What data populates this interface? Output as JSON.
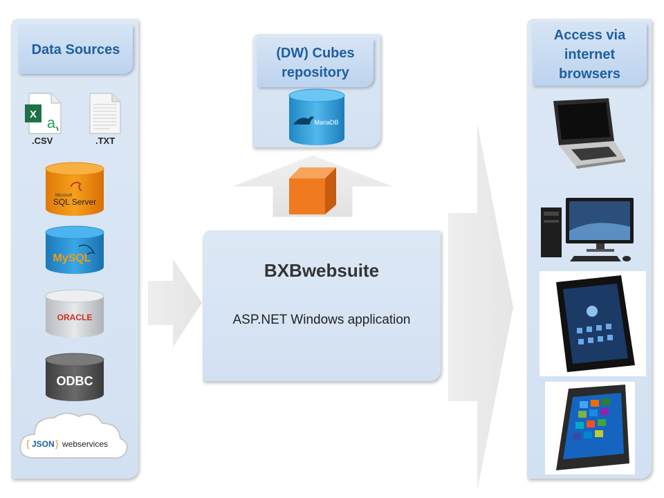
{
  "sources": {
    "title": "Data Sources",
    "csv_label": ".CSV",
    "txt_label": ".TXT",
    "sqlserver_small": "Microsoft",
    "sqlserver_label": "SQL Server",
    "mysql_label": "MySQL",
    "oracle_label": "ORACLE",
    "odbc_label": "ODBC",
    "json_brace_open": "{",
    "json_text": "JSON",
    "json_brace_close": "}",
    "webservices_label": "webservices"
  },
  "cubes": {
    "title_line1": "(DW) Cubes",
    "title_line2": "repository",
    "mariadb_label": "MariaDB"
  },
  "app": {
    "title": "BXBwebsuite",
    "subtitle": "ASP.NET Windows application"
  },
  "access": {
    "title_line1": "Access via",
    "title_line2": "internet",
    "title_line3": "browsers"
  },
  "colors": {
    "panel": "#d6e4f4",
    "title_text": "#1f5fa0",
    "sqlserver_orange": "#f08a10",
    "mysql_blue": "#2a8fd0",
    "oracle_grey": "#c8ccd0",
    "odbc_dark": "#555555",
    "cube_orange": "#f07a20"
  },
  "icons": [
    "excel-icon",
    "text-file-icon",
    "sqlserver-db-icon",
    "mysql-db-icon",
    "oracle-db-icon",
    "odbc-db-icon",
    "json-cloud-icon",
    "mariadb-db-icon",
    "cube-icon",
    "laptop-icon",
    "desktop-icon",
    "tablet-icon",
    "smartphone-icon"
  ]
}
